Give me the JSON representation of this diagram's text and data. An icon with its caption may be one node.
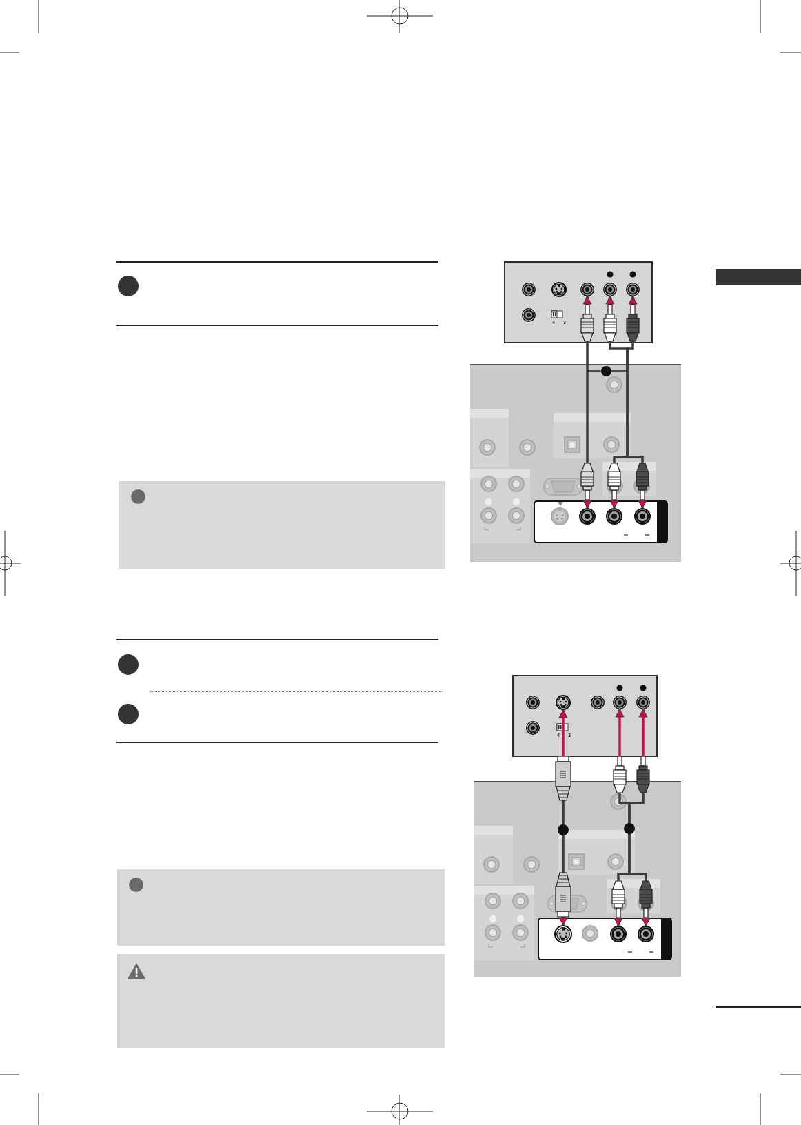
{
  "diagram": {
    "nodes": [
      {
        "text": [],
        "shape": "box"
      },
      {
        "text": [],
        "shape": "circle",
        "in": 0
      },
      {
        "text": [],
        "shape": "circle",
        "in": 0
      },
      {
        "text": [],
        "shape": "circle",
        "in": 0
      },
      {
        "text": [],
        "shape": "circle",
        "in": 0
      },
      {
        "text": [],
        "shape": "circle",
        "in": 0
      },
      {
        "text": [],
        "shape": "circle",
        "in": 0
      },
      {
        "text": [],
        "shape": "box"
      },
      {
        "text": [],
        "shape": "box"
      },
      {
        "text": [],
        "shape": "circle",
        "in": 8
      },
      {
        "text": [],
        "shape": "circle",
        "in": 8
      },
      {
        "text": [],
        "shape": "circle",
        "in": 8
      },
      {
        "text": [],
        "shape": "circle",
        "in": 8
      },
      {
        "text": [],
        "shape": "box"
      },
      {
        "text": [],
        "shape": "box"
      },
      {
        "text": [],
        "shape": "circle",
        "in": 14
      },
      {
        "text": [],
        "shape": "circle",
        "in": 14
      },
      {
        "text": [],
        "shape": "circle",
        "in": 14
      },
      {
        "text": [],
        "shape": "circle",
        "in": 14
      },
      {
        "text": [],
        "shape": "circle",
        "in": 14
      },
      {
        "text": [],
        "shape": "circle",
        "in": 14
      },
      {
        "text": [],
        "shape": "box"
      },
      {
        "text": [],
        "shape": "circle",
        "in": 21
      },
      {
        "text": [],
        "shape": "circle",
        "in": 21
      },
      {
        "text": [],
        "shape": "circle",
        "in": 21
      },
      {
        "text": [],
        "shape": "box"
      },
      {
        "text": [],
        "shape": "box"
      }
    ],
    "edges": [
      {
        "from": 3,
        "to": 10,
        "arrow": "both"
      },
      {
        "from": 4,
        "to": 11,
        "arrow": "both"
      },
      {
        "from": 5,
        "to": 12,
        "arrow": "both"
      },
      {
        "from": 9,
        "to": null,
        "arrow": "none"
      },
      {
        "from": 9,
        "to": null,
        "arrow": "none"
      },
      {
        "from": 16,
        "to": 22,
        "arrow": "both"
      },
      {
        "from": 18,
        "to": 23,
        "arrow": "both"
      },
      {
        "from": 19,
        "to": 24,
        "arrow": "both"
      }
    ],
    "labels": [
      "4",
      "3",
      "4",
      "3"
    ]
  }
}
